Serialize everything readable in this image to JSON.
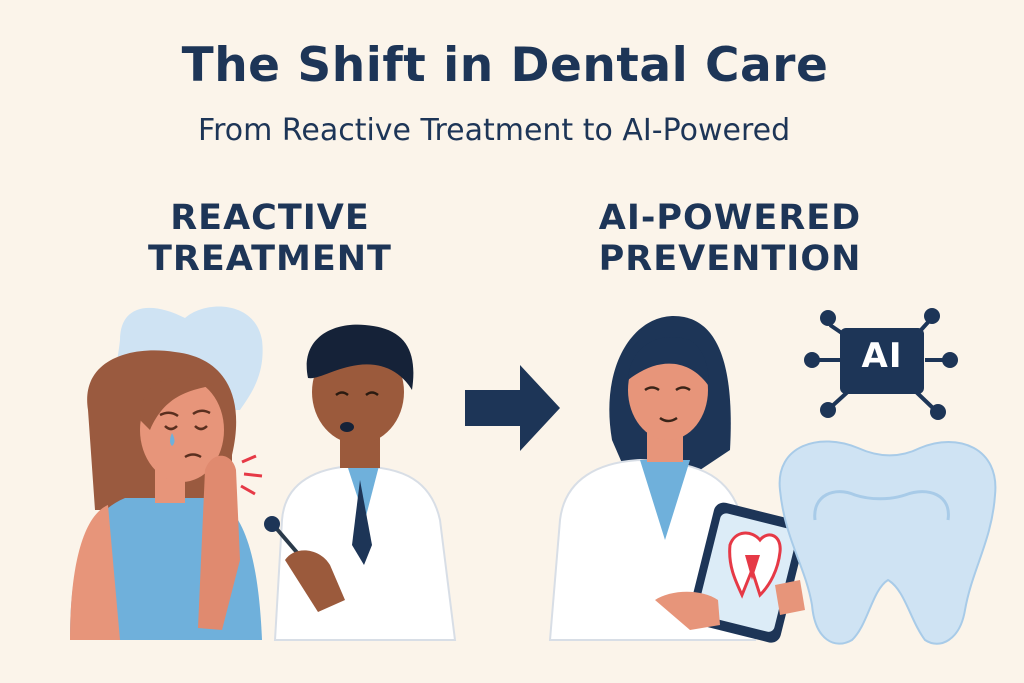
{
  "title": "The Shift in Dental Care",
  "subtitle": "From Reactive Treatment to AI-Powered",
  "left_heading": {
    "line1": "REACTIVE",
    "line2": "TREATMENT"
  },
  "right_heading": {
    "line1": "AI-POWERED",
    "line2": "PREVENTION"
  },
  "ai_chip": {
    "label": "AI",
    "icon": "ai-chip-icon"
  },
  "colors": {
    "background": "#fbf4ea",
    "navy": "#1d3557",
    "tooth_blue": "#cfe3f3",
    "shirt_blue": "#6fb0db",
    "skin_light": "#e7957a",
    "skin_dark": "#9b5a3c",
    "pain_red": "#e63946"
  },
  "icons": [
    "tooth-icon",
    "arrow-right-icon",
    "ai-chip-icon",
    "dental-mirror-icon",
    "tablet-icon"
  ]
}
